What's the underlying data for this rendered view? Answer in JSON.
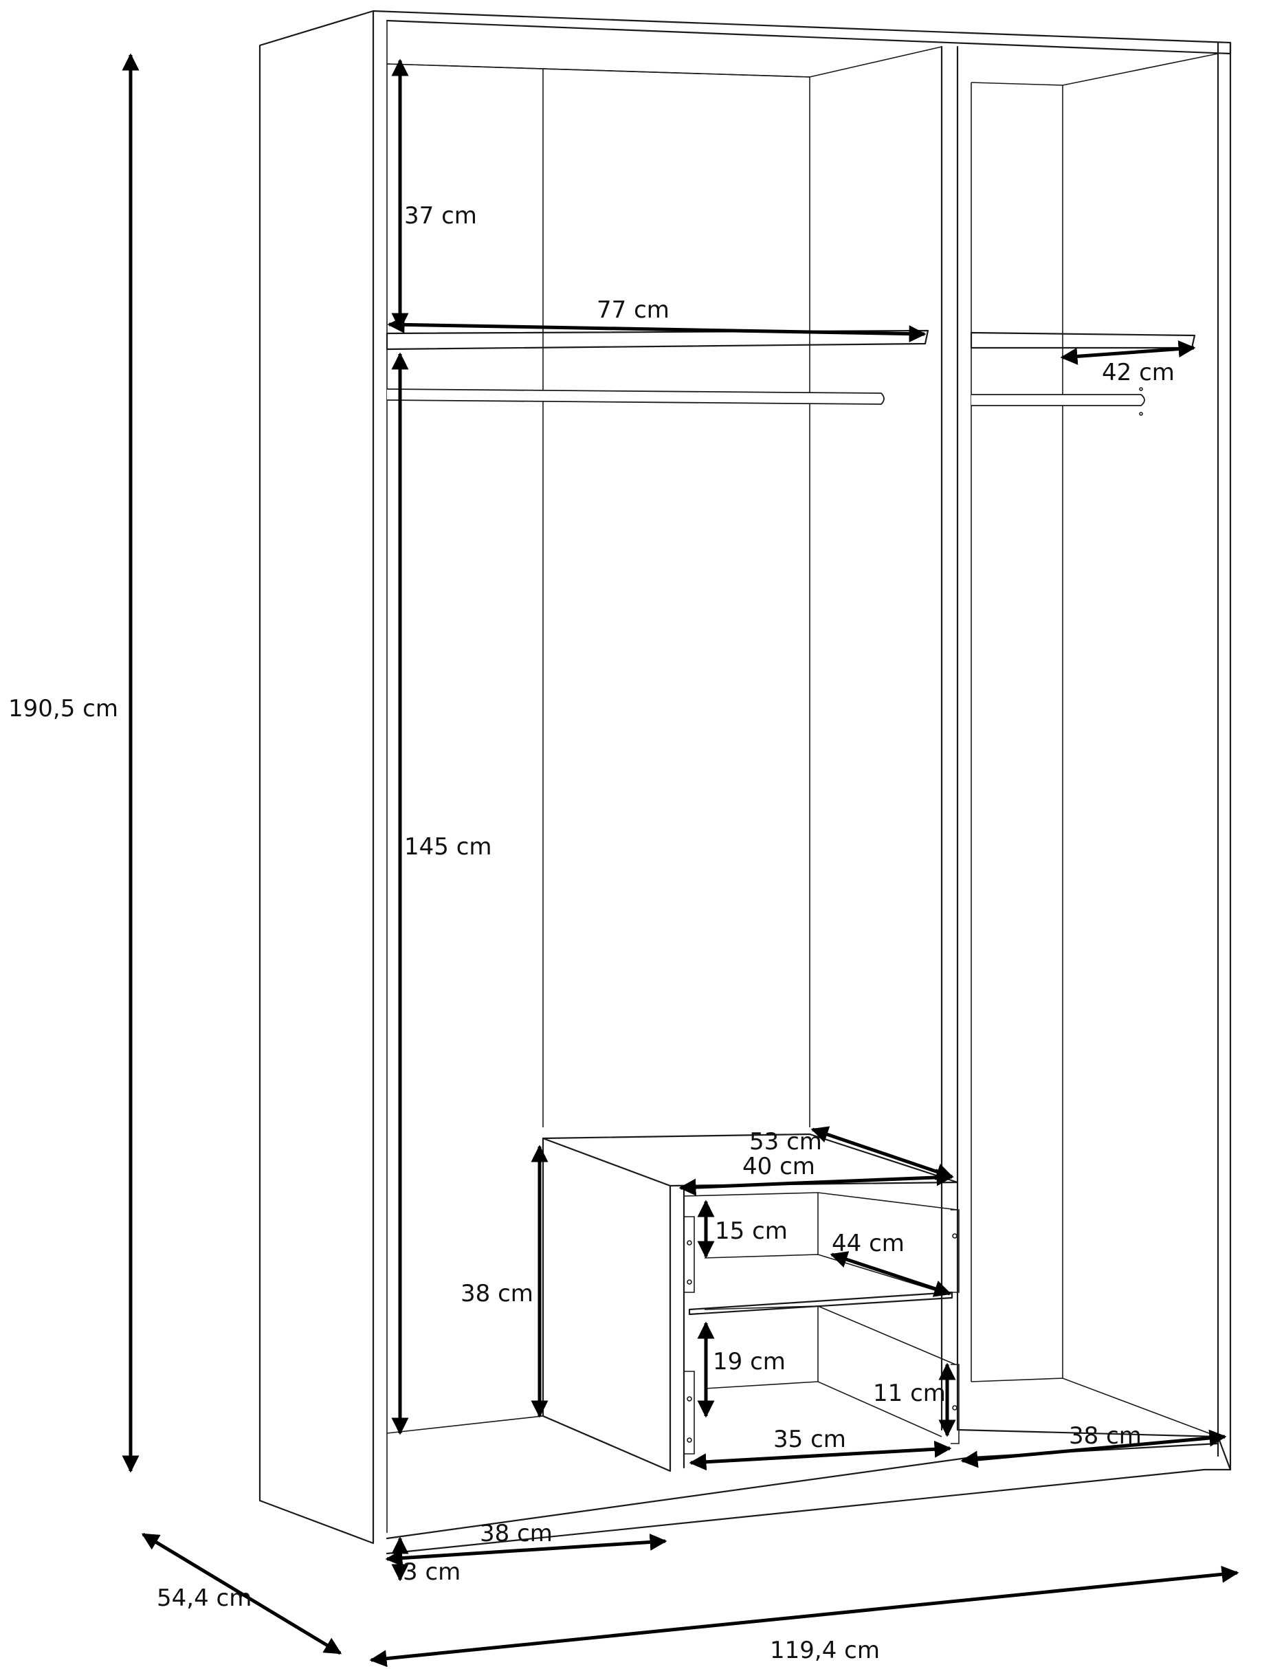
{
  "dimensions": {
    "height_total": "190,5 cm",
    "depth_total": "54,4 cm",
    "width_total": "119,4 cm",
    "top_compartment_height": "37 cm",
    "shelf_width": "77 cm",
    "right_shelf_depth": "42 cm",
    "hanging_height": "145 cm",
    "drawer_unit_depth": "53 cm",
    "drawer_unit_width": "40 cm",
    "top_drawer_height": "15 cm",
    "drawer_depth": "44 cm",
    "drawer_unit_height": "38 cm",
    "bottom_drawer_height": "19 cm",
    "bottom_drawer_side_height": "11 cm",
    "drawer_inner_width": "35 cm",
    "right_bottom_depth": "38 cm",
    "left_bottom_depth": "38 cm",
    "plinth_height": "3 cm"
  },
  "colors": {
    "line": "#1a1a1a",
    "arrow": "#000000",
    "background": "#ffffff"
  }
}
